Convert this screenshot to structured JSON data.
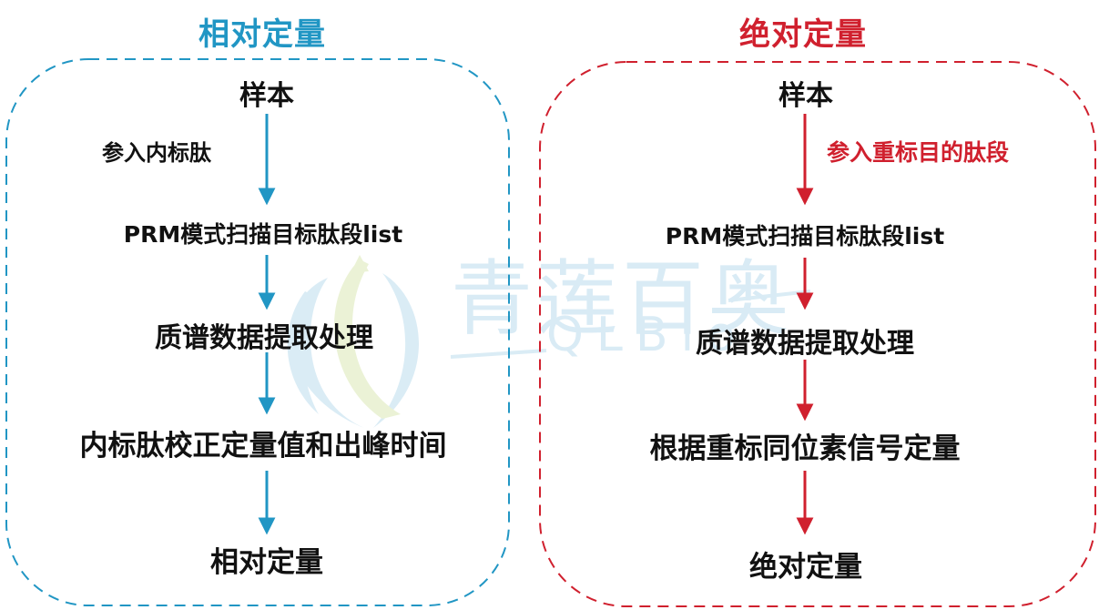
{
  "colors": {
    "relative_accent": "#2196c4",
    "absolute_accent": "#d0202e",
    "text": "#111111",
    "watermark_blue": "#cfe6f2",
    "watermark_green": "#e9f1d2"
  },
  "watermark": {
    "brand_cn": "青莲百奥",
    "brand_en": "QLBio"
  },
  "relative_panel": {
    "title": "相对定量",
    "side_label": "参入内标肽",
    "steps": [
      "样本",
      "PRM模式扫描目标肽段list",
      "质谱数据提取处理",
      "内标肽校正定量值和出峰时间",
      "相对定量"
    ]
  },
  "absolute_panel": {
    "title": "绝对定量",
    "side_label": "参入重标目的肽段",
    "steps": [
      "样本",
      "PRM模式扫描目标肽段list",
      "质谱数据提取处理",
      "根据重标同位素信号定量",
      "绝对定量"
    ]
  }
}
